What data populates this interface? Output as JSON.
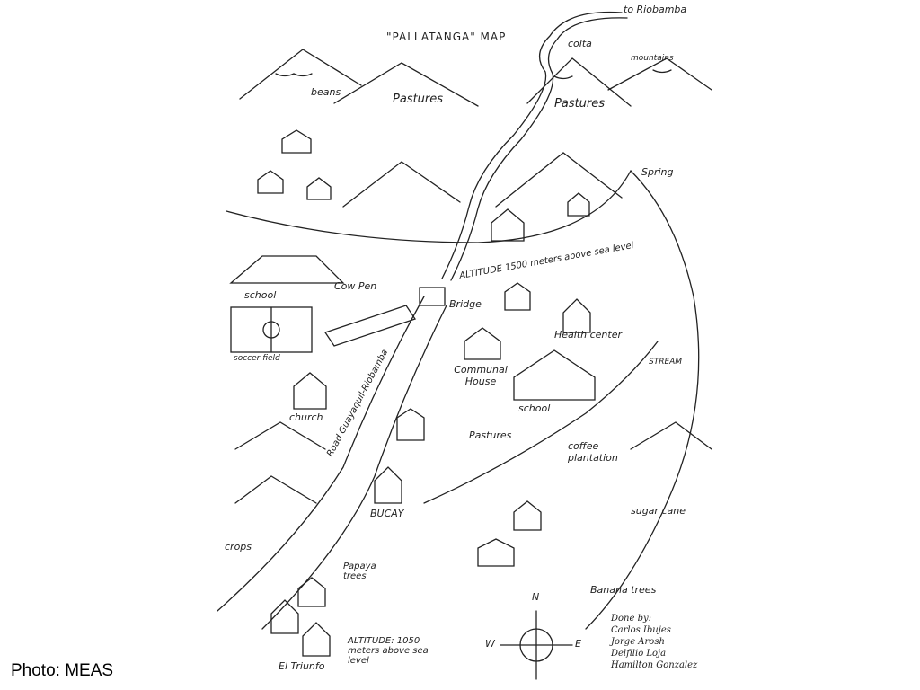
{
  "map": {
    "title": "\"PALLATANGA\" MAP",
    "labels": {
      "to_riobamba": "to Riobamba",
      "colta": "colta",
      "mountains": "mountains",
      "beans": "beans",
      "pastures_left": "Pastures",
      "pastures_right": "Pastures",
      "spring": "Spring",
      "altitude_1500": "ALTITUDE 1500 meters above sea level",
      "school_top": "school",
      "cow_pen": "Cow Pen",
      "bridge": "Bridge",
      "soccer_field": "soccer field",
      "health_center": "Health center",
      "stream": "STREAM",
      "communal_house": "Communal House",
      "church": "church",
      "school_mid": "school",
      "road": "Road Guayaquil-Riobamba",
      "pastures_low": "Pastures",
      "coffee_plantation": "coffee plantation",
      "bucay": "BUCAY",
      "sugar_cane": "sugar cane",
      "crops": "crops",
      "papaya_trees": "Papaya trees",
      "banana_trees": "Banana trees",
      "el_triunfo": "El Triunfo",
      "altitude_1050": "ALTITUDE: 1050 meters above sea level",
      "compass_n": "N",
      "compass_w": "W",
      "compass_e": "E"
    },
    "credits": {
      "heading": "Done by:",
      "names": [
        "Carlos Ibujes",
        "Jorge Arosh",
        "Delfilio Loja",
        "Hamilton Gonzalez"
      ]
    }
  },
  "caption": "Photo: MEAS"
}
